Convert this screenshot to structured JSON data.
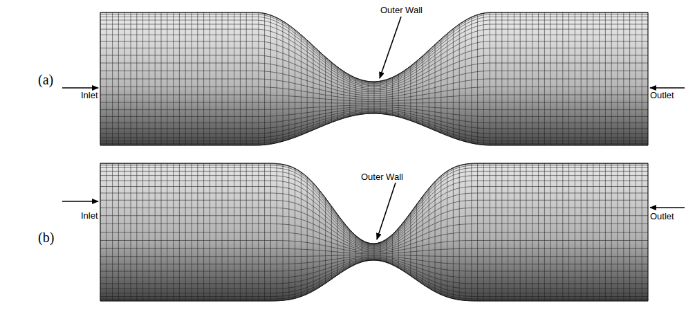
{
  "diagram": {
    "labels": [
      "Outer Wall",
      "(a)",
      "Inlet",
      "Outlet",
      "Outer Wall",
      "(b)",
      "Inlet",
      "Outlet"
    ]
  }
}
